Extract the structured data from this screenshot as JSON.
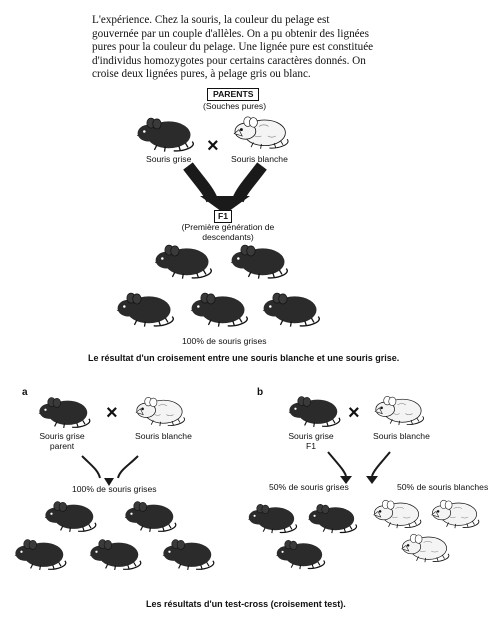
{
  "intro": {
    "lead": "L'expérience.",
    "text": " Chez la souris, la couleur du pelage est gouvernée par un couple d'allèles. On a pu obtenir des lignées pures pour la couleur du pelage. Une lignée pure est constituée d'individus homozygotes pour certains caractères donnés. On croise deux lignées pures, à pelage gris ou blanc."
  },
  "top": {
    "parents_label": "PARENTS",
    "parents_sub": "(Souches pures)",
    "grey_label": "Souris grise",
    "white_label": "Souris blanche",
    "cross_symbol": "×",
    "f1_label": "F1",
    "f1_sub": "(Première génération de descendants)",
    "result": "100% de souris grises",
    "caption": "Le résultat d'un croisement entre une souris blanche et une souris grise."
  },
  "panel_a": {
    "letter": "a",
    "grey_label": "Souris grise parent",
    "white_label": "Souris blanche",
    "cross_symbol": "×",
    "result": "100% de souris grises"
  },
  "panel_b": {
    "letter": "b",
    "grey_label": "Souris grise F1",
    "white_label": "Souris blanche",
    "cross_symbol": "×",
    "result_grey": "50% de souris grises",
    "result_white": "50% de souris blanches"
  },
  "bottom_caption": "Les résultats d'un test-cross (croisement test).",
  "colors": {
    "grey_mouse": "#2b2b2b",
    "white_mouse": "#f4f4f4",
    "outline": "#111111",
    "arrow": "#1a1a1a"
  },
  "icons": {
    "mouse_grey": "grey-mouse-icon",
    "mouse_white": "white-mouse-icon",
    "arrow": "curved-arrow-icon"
  }
}
